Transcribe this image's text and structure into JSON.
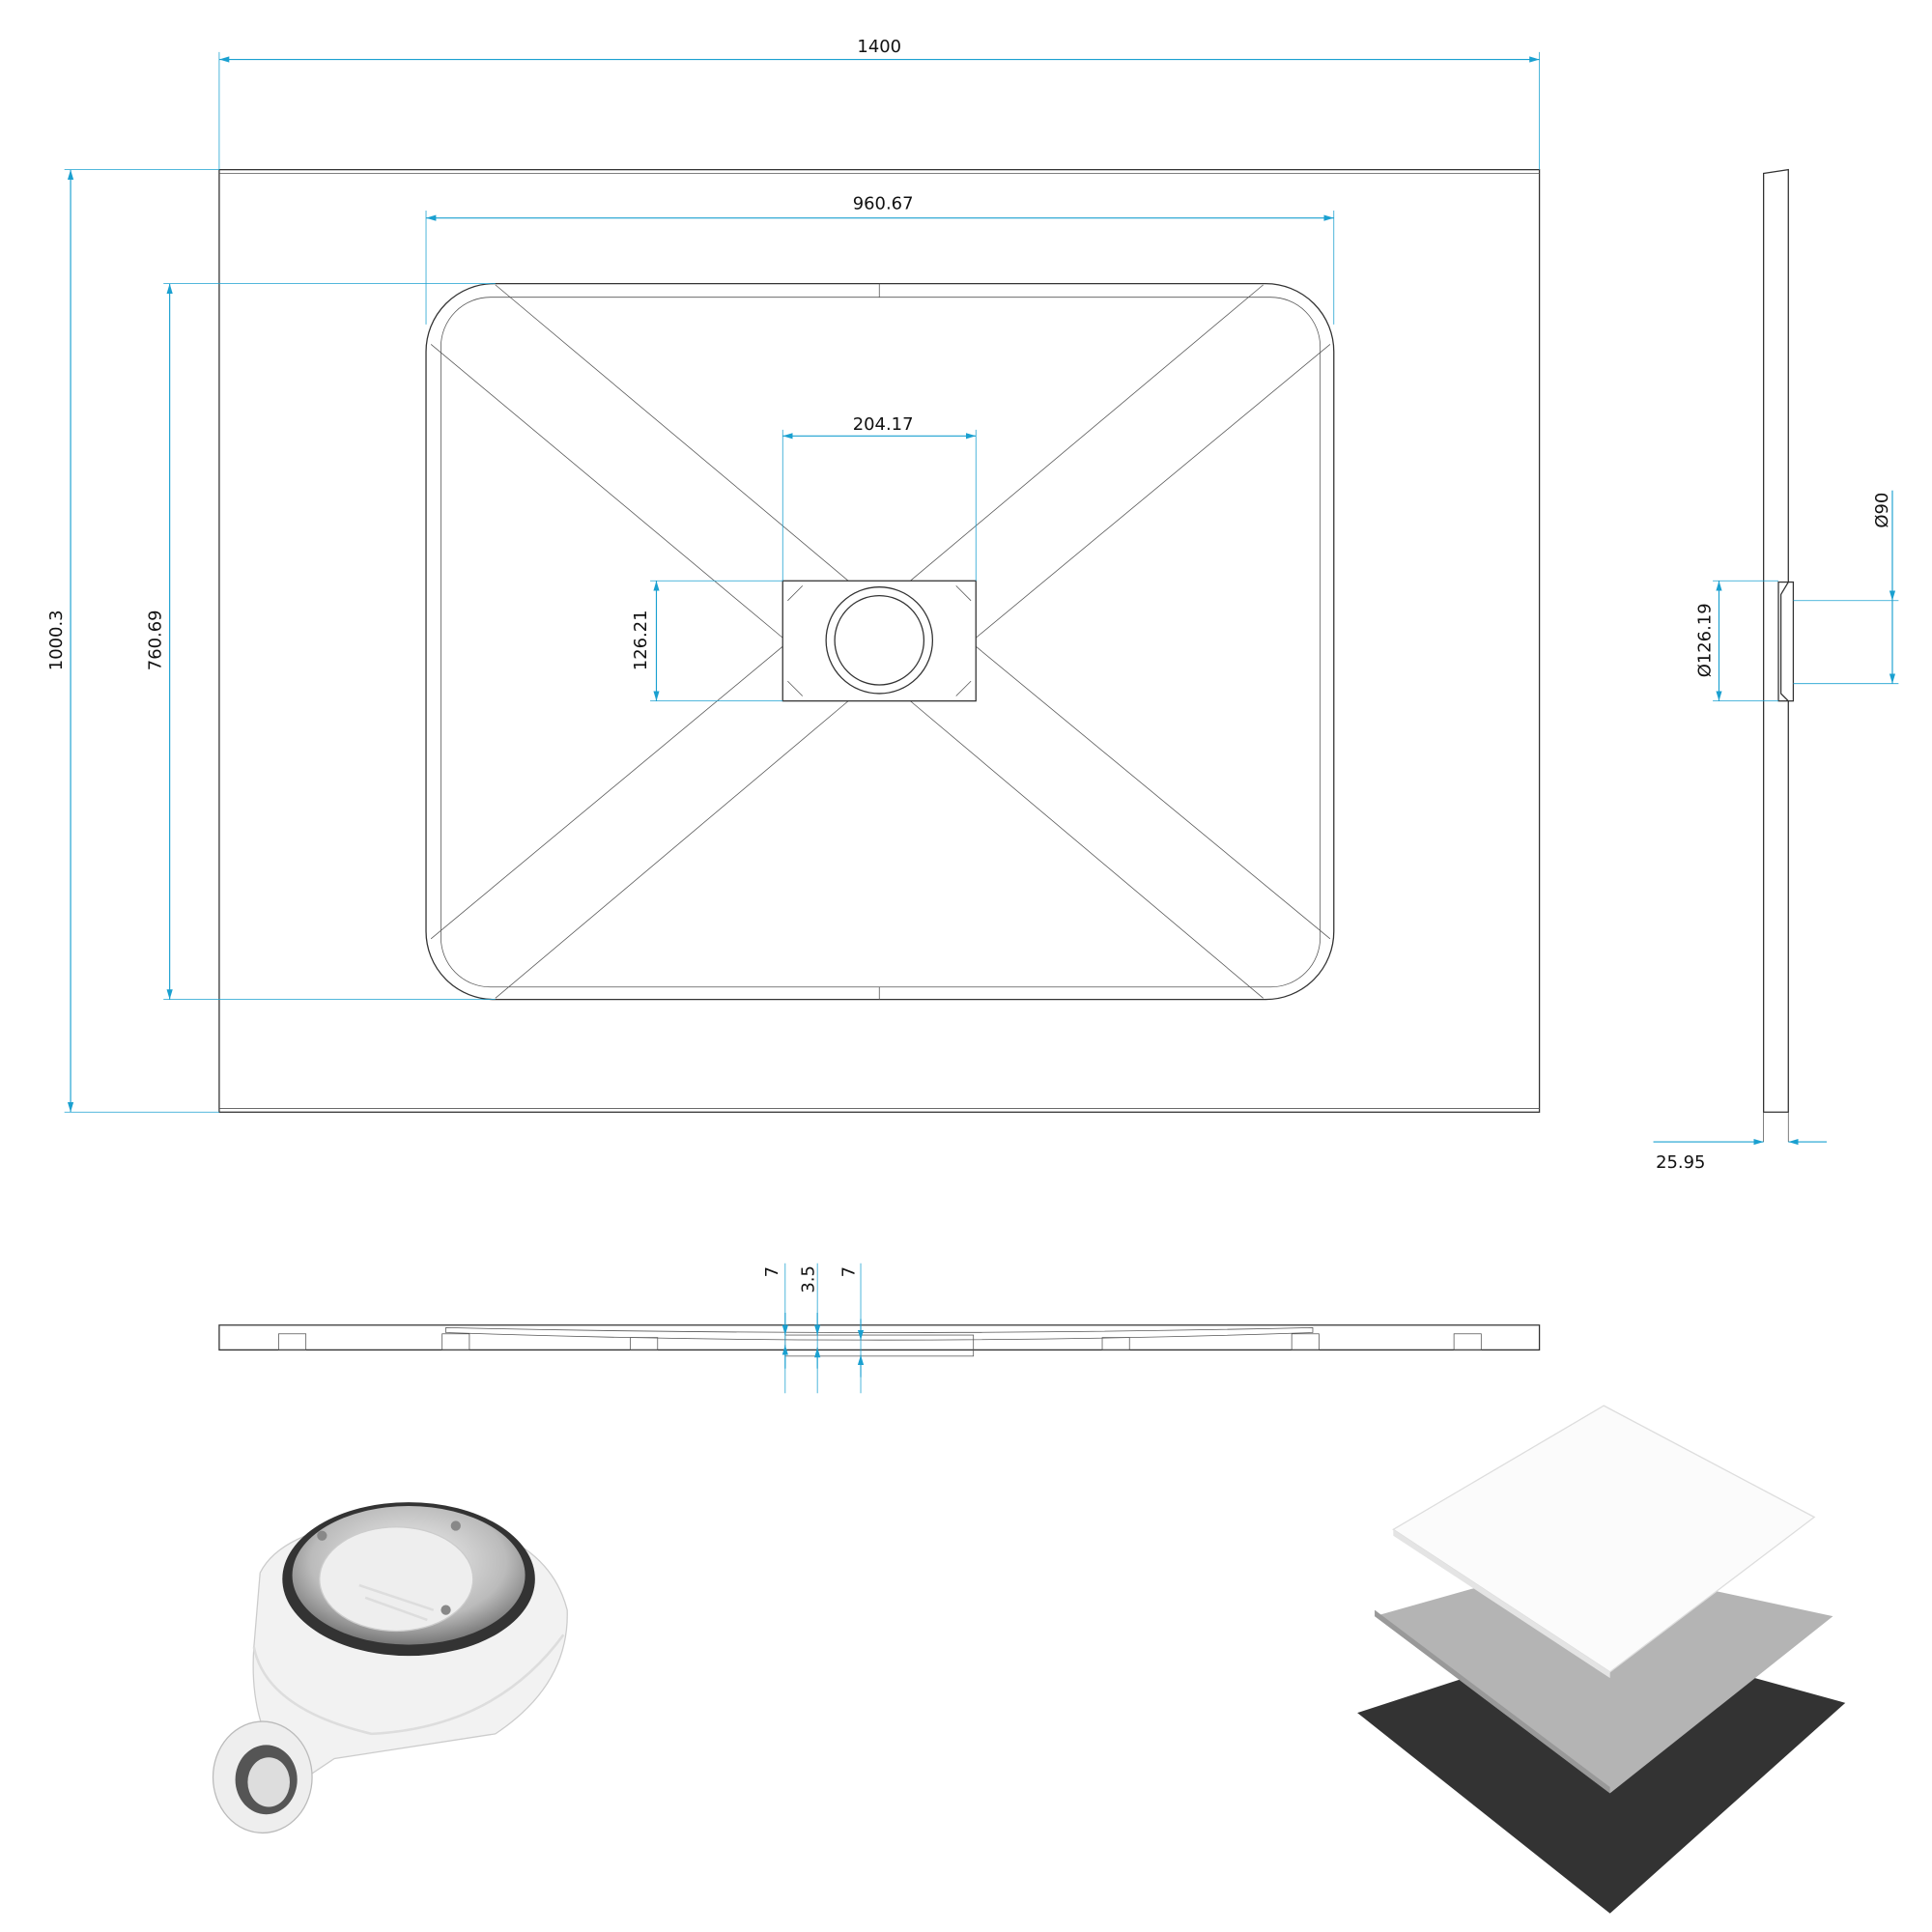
{
  "drawing": {
    "dimensions": {
      "overall_length": "1400",
      "overall_width": "1000.3",
      "inner_length": "960.67",
      "inner_width": "760.69",
      "drain_plate_length": "204.17",
      "drain_plate_width": "126.21",
      "side_drain_diameter": "Ø126.19",
      "side_outlet_diameter": "Ø90",
      "thickness": "25.95",
      "section_offset_left": "7",
      "section_offset_mid": "3.5",
      "section_offset_right": "7"
    },
    "views": [
      "plan-view",
      "side-section",
      "front-section",
      "drain-photo",
      "color-layers"
    ],
    "layer_colors": [
      "#ffffff",
      "#b4b4b4",
      "#333333"
    ],
    "dimension_color": "#1aa0d0"
  }
}
